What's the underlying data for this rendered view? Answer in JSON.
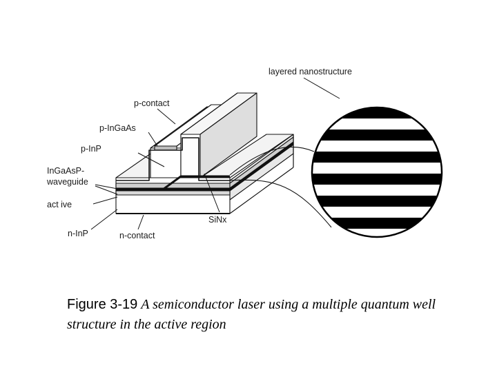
{
  "diagram": {
    "labels": {
      "layered_nanostructure": "layered nanostructure",
      "p_contact": "p-contact",
      "p_ingaas": "p-InGaAs",
      "p_inp": "p-InP",
      "ingaasp_line1": "InGaAsP-",
      "ingaasp_line2": "waveguide",
      "active": "act ive",
      "n_inp": "n-InP",
      "n_contact": "n-contact",
      "sinx": "SiNx"
    },
    "colors": {
      "line": "#111111",
      "shade_light": "#e6e6e6",
      "shade_mid": "#cfcfcf",
      "stripe": "#000000"
    }
  },
  "caption": {
    "number": "Figure 3-19",
    "text": "A semiconductor laser using a multiple quantum well structure in the active region"
  }
}
